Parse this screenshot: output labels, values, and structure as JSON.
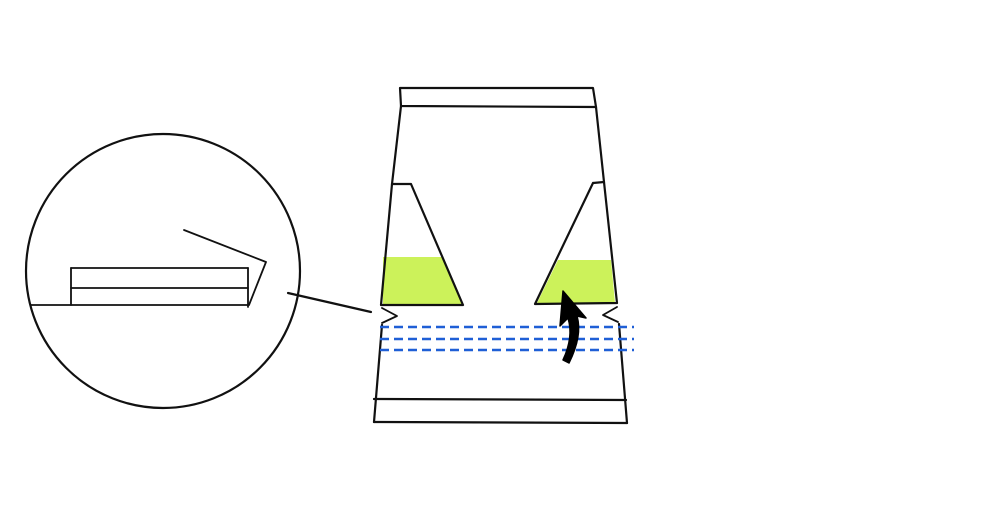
{
  "colors": {
    "ink": "#111111",
    "highlight": "#ccf25a",
    "dashed_lines": "#1f5fd6",
    "arrow": "#000000",
    "background": "#ffffff"
  },
  "diagram": {
    "components": [
      "detail-magnifier-circle",
      "cup-body",
      "top-rim-band",
      "bottom-rim-band",
      "left-triangular-fin",
      "right-triangular-fin",
      "left-fin-highlight",
      "right-fin-highlight",
      "dashed-fold-lines",
      "curved-up-arrow",
      "leader-line"
    ],
    "dashed_line_count": 3,
    "arrow_direction": "up"
  }
}
